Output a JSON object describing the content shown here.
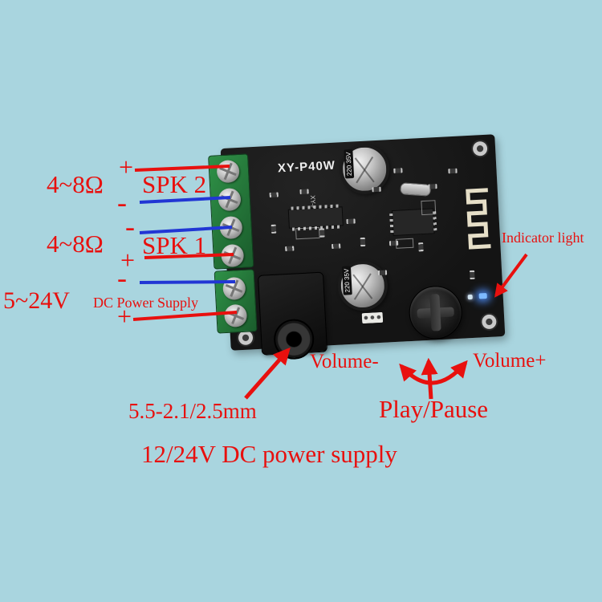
{
  "board": {
    "model": "XY-P40W",
    "cap_label": "220 35V"
  },
  "wiring": {
    "spk2": {
      "plus": "+",
      "minus": "-",
      "impedance": "4~8Ω",
      "label": "SPK 2"
    },
    "spk1": {
      "plus": "+",
      "minus": "-",
      "impedance": "4~8Ω",
      "label": "SPK 1"
    },
    "power": {
      "plus": "+",
      "minus": "-",
      "voltage": "5~24V",
      "label": "DC Power Supply"
    }
  },
  "callouts": {
    "indicator": "Indicator light",
    "jack": "5.5-2.1/2.5mm",
    "volume_minus": "Volume-",
    "volume_plus": "Volume+",
    "play_pause": "Play/Pause",
    "bottom_note": "12/24V DC power supply"
  },
  "colors": {
    "background": "#a9d5df",
    "annotation_red": "#e8100e",
    "wire_blue": "#2136d4",
    "led_blue": "#7db9ff",
    "terminal_green": "#2f9147"
  }
}
